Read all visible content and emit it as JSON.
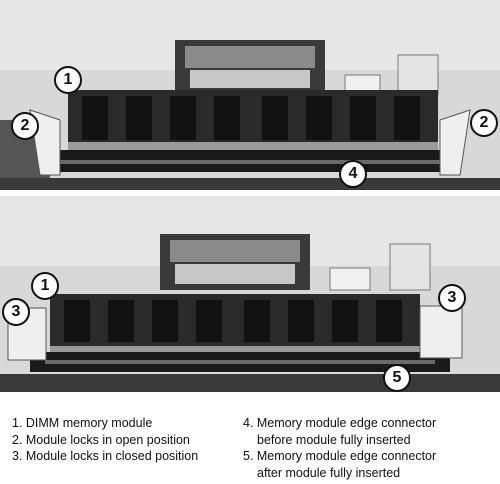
{
  "figure": {
    "callouts_top": [
      "1",
      "2",
      "2",
      "4"
    ],
    "callouts_bottom": [
      "1",
      "3",
      "3",
      "5"
    ],
    "legend_left": [
      "1. DIMM memory module",
      "2. Module locks in open position",
      "3. Module locks in closed position"
    ],
    "legend_right": [
      {
        "line1": "4. Memory module edge connector",
        "line2": "before module fully inserted"
      },
      {
        "line1": "5. Memory module edge connector",
        "line2": "after module fully inserted"
      }
    ]
  }
}
